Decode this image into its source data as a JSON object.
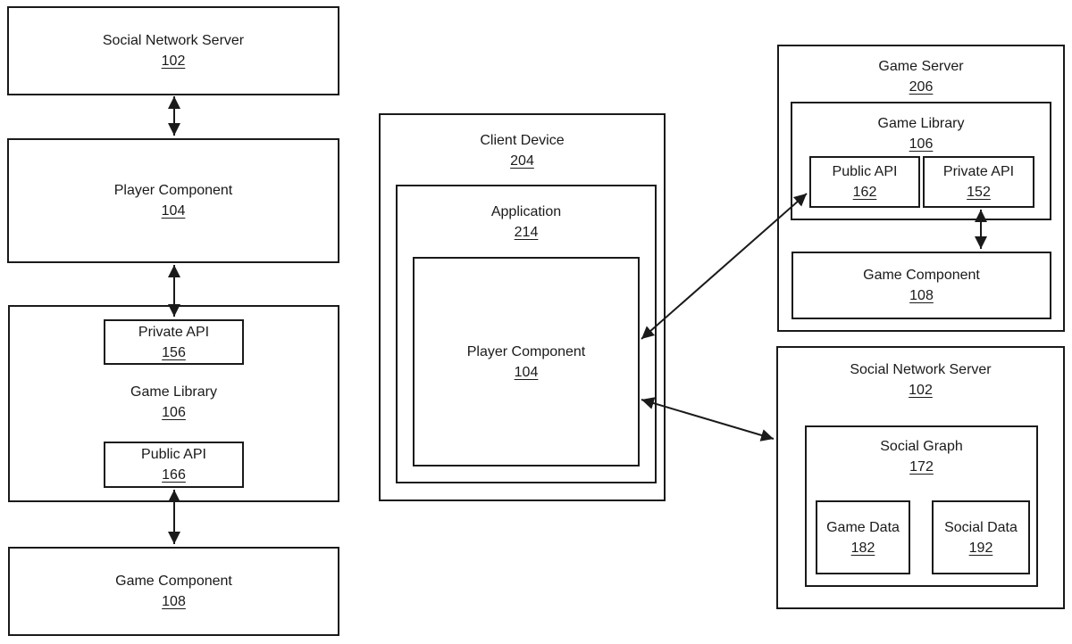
{
  "diagram": {
    "background_color": "#ffffff",
    "line_color": "#1a1a1a",
    "nodes": {
      "sns_left": {
        "label": "Social Network Server",
        "ref": "102"
      },
      "player_component_left": {
        "label": "Player Component",
        "ref": "104"
      },
      "private_api_left": {
        "label": "Private API",
        "ref": "156"
      },
      "game_library_left": {
        "label": "Game Library",
        "ref": "106"
      },
      "public_api_left": {
        "label": "Public API",
        "ref": "166"
      },
      "game_component_left": {
        "label": "Game Component",
        "ref": "108"
      },
      "client_device": {
        "label": "Client Device",
        "ref": "204"
      },
      "application": {
        "label": "Application",
        "ref": "214"
      },
      "player_component_client": {
        "label": "Player Component",
        "ref": "104"
      },
      "game_server": {
        "label": "Game Server",
        "ref": "206"
      },
      "game_library_server": {
        "label": "Game Library",
        "ref": "106"
      },
      "public_api_server": {
        "label": "Public API",
        "ref": "162"
      },
      "private_api_server": {
        "label": "Private API",
        "ref": "152"
      },
      "game_component_server": {
        "label": "Game Component",
        "ref": "108"
      },
      "sns_right": {
        "label": "Social Network Server",
        "ref": "102"
      },
      "social_graph": {
        "label": "Social Graph",
        "ref": "172"
      },
      "game_data": {
        "label": "Game Data",
        "ref": "182"
      },
      "social_data": {
        "label": "Social Data",
        "ref": "192"
      }
    },
    "connections": [
      {
        "from": "Social Network Server 102 (left)",
        "to": "Player Component 104 (left)",
        "type": "bidirectional"
      },
      {
        "from": "Player Component 104 (left)",
        "to": "Private API 156 / Game Library 106 (left)",
        "type": "bidirectional"
      },
      {
        "from": "Public API 166 / Game Library 106 (left)",
        "to": "Game Component 108 (left)",
        "type": "bidirectional"
      },
      {
        "from": "Private API 152 / Game Library 106 (server)",
        "to": "Game Component 108 (server)",
        "type": "bidirectional"
      },
      {
        "from": "Player Component 104 (client device)",
        "to": "Public API 162 (game server)",
        "type": "bidirectional"
      },
      {
        "from": "Player Component 104 (client device)",
        "to": "Social Network Server 102 (right)",
        "type": "bidirectional"
      }
    ]
  }
}
